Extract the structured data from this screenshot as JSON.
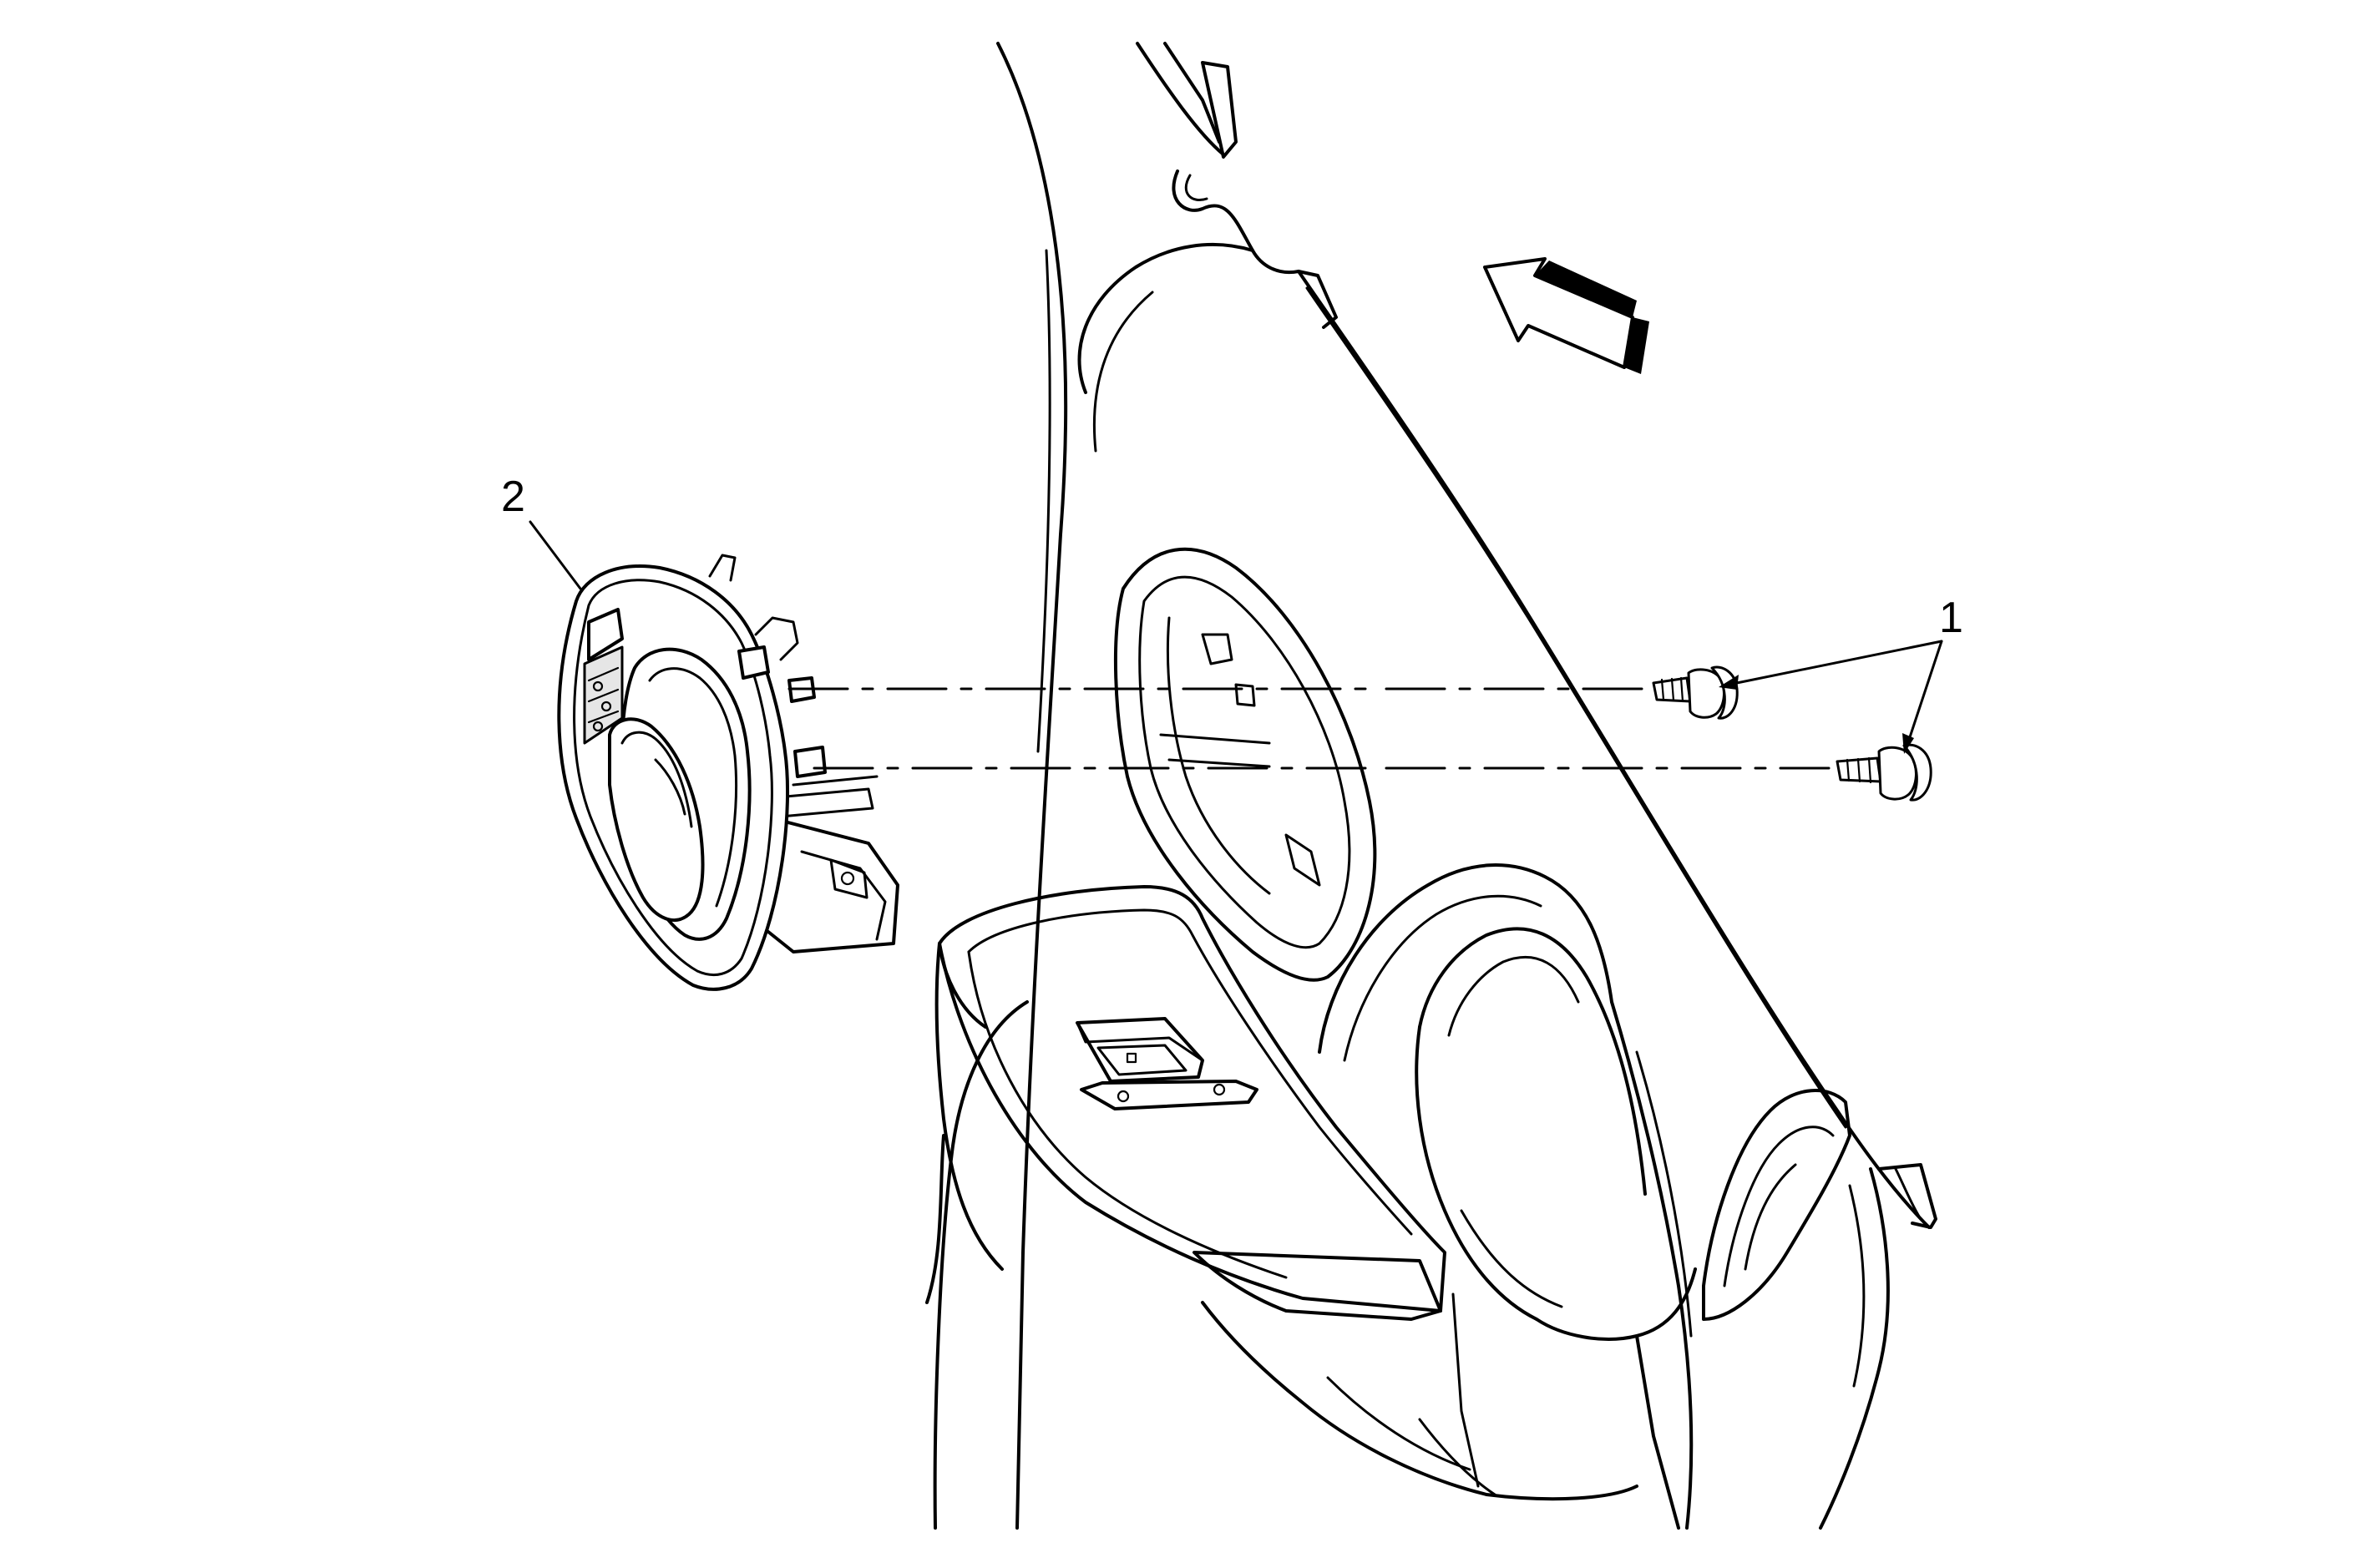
{
  "diagram": {
    "callouts": [
      {
        "id": "1",
        "label": "1"
      },
      {
        "id": "2",
        "label": "2"
      }
    ],
    "line_color": "#000000",
    "background": "#ffffff",
    "icons": [
      "view-direction-arrow-icon",
      "screw-icon",
      "door-handle-bezel-icon"
    ]
  }
}
